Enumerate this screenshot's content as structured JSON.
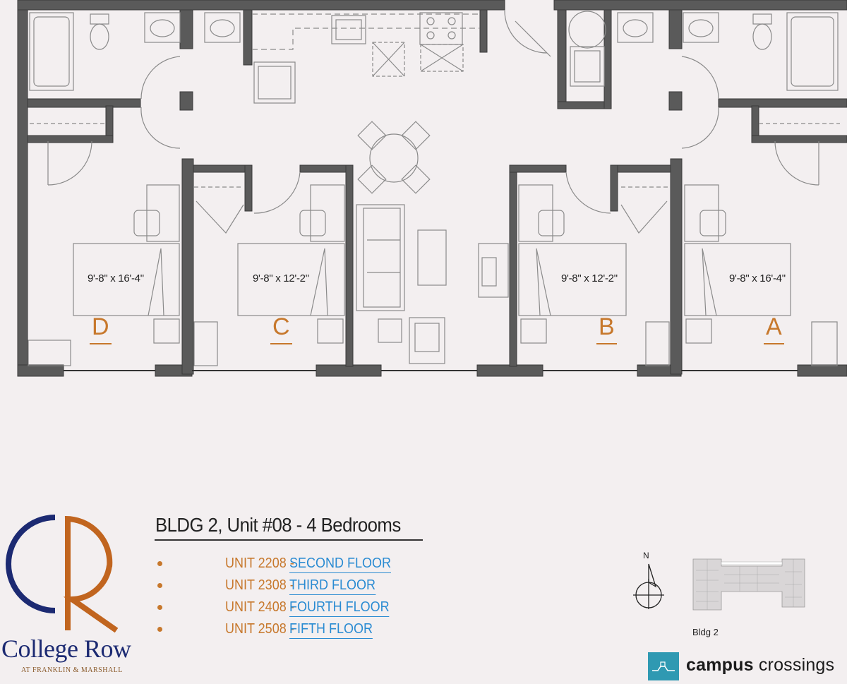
{
  "title": "BLDG 2, Unit #08 - 4 Bedrooms",
  "units": [
    {
      "unit": "UNIT 2208 -",
      "floor": "SECOND FLOOR"
    },
    {
      "unit": "UNIT 2308 -",
      "floor": "THIRD FLOOR"
    },
    {
      "unit": "UNIT 2408 -",
      "floor": "FOURTH FLOOR"
    },
    {
      "unit": "UNIT 2508 -",
      "floor": "FIFTH FLOOR"
    }
  ],
  "rooms": [
    {
      "letter": "D",
      "dimensions": "9'-8\" x 16'-4\""
    },
    {
      "letter": "C",
      "dimensions": "9'-8\" x 12'-2\""
    },
    {
      "letter": "B",
      "dimensions": "9'-8\" x 12'-2\""
    },
    {
      "letter": "A",
      "dimensions": "9'-8\" x 16'-4\""
    }
  ],
  "compass_label": "N",
  "building_label": "Bldg 2",
  "logo": {
    "name": "College Row",
    "sub": "AT FRANKLIN & MARSHALL"
  },
  "brand": {
    "bold": "campus",
    "rest": "crossings"
  },
  "colors": {
    "accent": "#c7782c",
    "link": "#2a8bd2",
    "logo_blue": "#1c2a72",
    "brand_teal": "#2f99b2",
    "wall": "#555555"
  }
}
